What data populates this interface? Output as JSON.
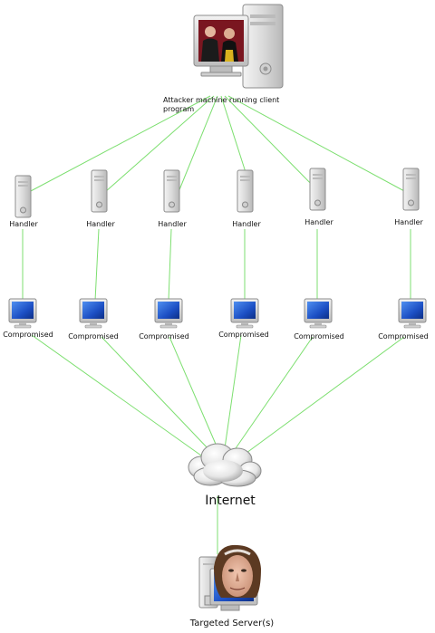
{
  "attacker": {
    "label": "Attacker machine running client program",
    "icon": "tower-computer-with-monitor-icon"
  },
  "handlers": [
    {
      "label": "Handler"
    },
    {
      "label": "Handler"
    },
    {
      "label": "Handler"
    },
    {
      "label": "Handler"
    },
    {
      "label": "Handler"
    },
    {
      "label": "Handler"
    }
  ],
  "compromised": [
    {
      "label": "Compromised"
    },
    {
      "label": "Compromised"
    },
    {
      "label": "Compromised"
    },
    {
      "label": "Compromised"
    },
    {
      "label": "Compromised"
    },
    {
      "label": "Compromised"
    }
  ],
  "internet": {
    "label": "Internet",
    "icon": "cloud-icon"
  },
  "target": {
    "label": "Targeted Server(s)",
    "icon": "server-with-face-icon"
  },
  "colors": {
    "edge": "#7ddf70",
    "monitor_blue": "#1f56c9",
    "tower_gray": "#dcdcdc"
  }
}
